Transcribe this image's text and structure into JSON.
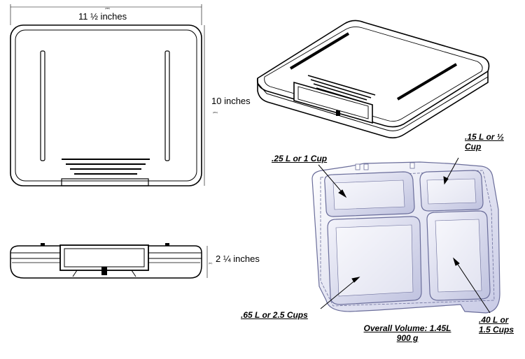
{
  "dimensions": {
    "width_label": "11 ½ inches",
    "depth_label": "10 inches",
    "height_label": "2 ¼ inches"
  },
  "compartments": {
    "top_left": ".25 L  or 1 Cup",
    "top_right_line1": ".15 L or ½",
    "top_right_line2": "Cup",
    "bottom_left": ".65 L or  2.5 Cups",
    "bottom_right_line1": ".40 L or",
    "bottom_right_line2": "1.5 Cups"
  },
  "summary": {
    "volume": "Overall Volume: 1.45L",
    "weight": "900 g"
  }
}
